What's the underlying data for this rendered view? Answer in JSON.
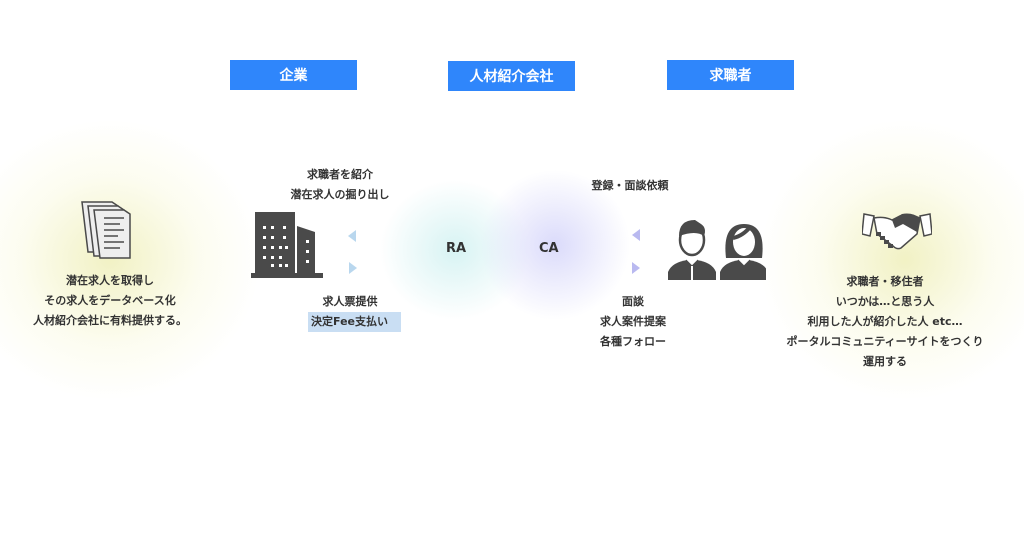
{
  "headers": {
    "company": "企業",
    "agency": "人材紹介会社",
    "seeker": "求職者"
  },
  "left_text": [
    "潜在求人を取得し",
    "その求人をデータベース化",
    "人材紹介会社に有料提供する。"
  ],
  "company_top": [
    "求職者を紹介",
    "潜在求人の掘り出し"
  ],
  "company_bottom": {
    "line1": "求人票提供",
    "line2_highlight": "決定Fee支払い"
  },
  "ra": "RA",
  "ca": "CA",
  "seeker_top": "登録・面談依頼",
  "seeker_bottom": [
    "面談",
    "求人案件提案",
    "各種フォロー"
  ],
  "right_text": [
    "求職者・移住者",
    "いつかは…と思う人",
    "利用した人が紹介した人 etc…",
    "ポータルコミュニティーサイトをつくり",
    "運用する"
  ],
  "colors": {
    "header": "#2f86fb",
    "highlight": "#c9def3",
    "arrow_left": "#b9d7ee",
    "arrow_right": "#b9b9f0",
    "icon": "#4a4a4a"
  }
}
